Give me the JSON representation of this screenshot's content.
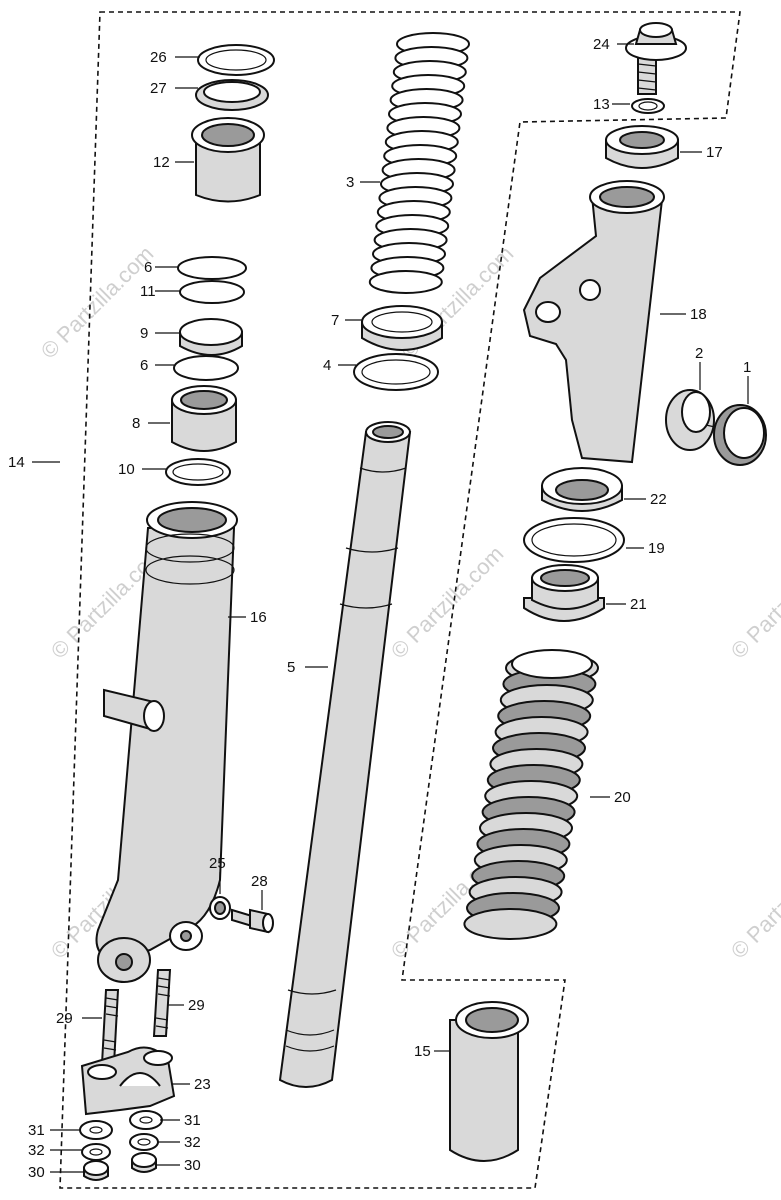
{
  "watermark": {
    "text": "© Partzilla.com"
  },
  "callouts": [
    {
      "id": "26",
      "label": "26"
    },
    {
      "id": "27",
      "label": "27"
    },
    {
      "id": "12",
      "label": "12"
    },
    {
      "id": "3",
      "label": "3"
    },
    {
      "id": "24",
      "label": "24"
    },
    {
      "id": "13",
      "label": "13"
    },
    {
      "id": "17",
      "label": "17"
    },
    {
      "id": "6a",
      "label": "6"
    },
    {
      "id": "11",
      "label": "11"
    },
    {
      "id": "9",
      "label": "9"
    },
    {
      "id": "6b",
      "label": "6"
    },
    {
      "id": "7",
      "label": "7"
    },
    {
      "id": "4",
      "label": "4"
    },
    {
      "id": "18",
      "label": "18"
    },
    {
      "id": "2",
      "label": "2"
    },
    {
      "id": "1",
      "label": "1"
    },
    {
      "id": "8",
      "label": "8"
    },
    {
      "id": "14",
      "label": "14"
    },
    {
      "id": "10",
      "label": "10"
    },
    {
      "id": "22",
      "label": "22"
    },
    {
      "id": "19",
      "label": "19"
    },
    {
      "id": "21",
      "label": "21"
    },
    {
      "id": "16",
      "label": "16"
    },
    {
      "id": "5",
      "label": "5"
    },
    {
      "id": "20",
      "label": "20"
    },
    {
      "id": "25",
      "label": "25"
    },
    {
      "id": "28",
      "label": "28"
    },
    {
      "id": "29a",
      "label": "29"
    },
    {
      "id": "29b",
      "label": "29"
    },
    {
      "id": "15",
      "label": "15"
    },
    {
      "id": "23",
      "label": "23"
    },
    {
      "id": "31a",
      "label": "31"
    },
    {
      "id": "31b",
      "label": "31"
    },
    {
      "id": "32a",
      "label": "32"
    },
    {
      "id": "32b",
      "label": "32"
    },
    {
      "id": "30a",
      "label": "30"
    },
    {
      "id": "30b",
      "label": "30"
    }
  ]
}
